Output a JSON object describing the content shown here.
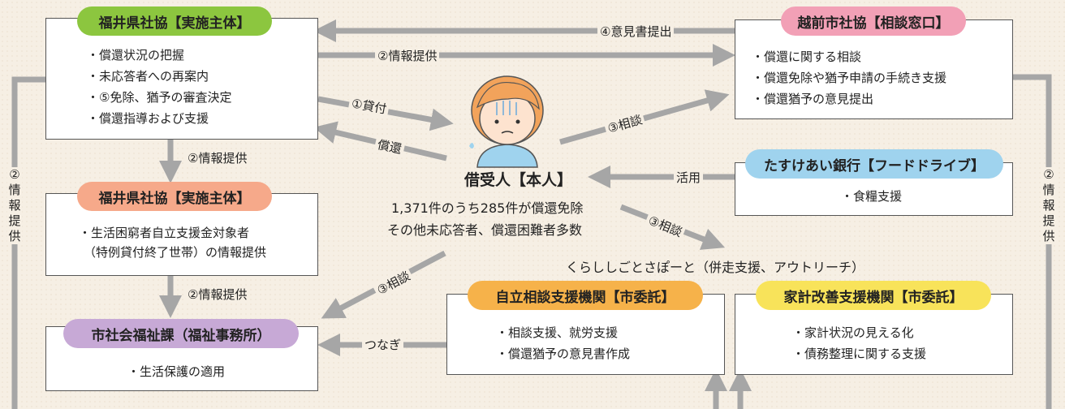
{
  "fukui_top": {
    "title": "福井県社協【実施主体】",
    "items": [
      "償還状況の把握",
      "未応答者への再案内",
      "⑤免除、猶予の審査決定",
      "償還指導および支援"
    ]
  },
  "echizen": {
    "title": "越前市社協【相談窓口】",
    "items": [
      "償還に関する相談",
      "償還免除や猶予申請の手続き支援",
      "償還猶予の意見提出"
    ]
  },
  "tasukeai": {
    "title": "たすけあい銀行【フードドライブ】",
    "items": [
      "食糧支援"
    ]
  },
  "fukui_mid": {
    "title": "福井県社協【実施主体】",
    "line1": "・生活困窮者自立支援金対象者",
    "line2": "（特例貸付終了世帯）の情報提供"
  },
  "city_welfare": {
    "title": "市社会福祉課（福祉事務所）",
    "items": [
      "生活保護の適用"
    ]
  },
  "jiritsu": {
    "title": "自立相談支援機関【市委託】",
    "items": [
      "相談支援、就労支援",
      "償還猶予の意見書作成"
    ]
  },
  "kakei": {
    "title": "家計改善支援機関【市委託】",
    "items": [
      "家計状況の見える化",
      "債務整理に関する支援"
    ]
  },
  "person": {
    "title": "借受人【本人】",
    "line1": "1,371件のうち285件が償還免除",
    "line2": "その他未応答者、償還困難者多数"
  },
  "kurashi_label": "くらししごとさぽーと（併走支援、アウトリーチ）",
  "labels": {
    "opinion": "④意見書提出",
    "info_right": "②情報提供",
    "loan": "①貸付",
    "repay": "償還",
    "consult1": "③相談",
    "consult2": "③相談",
    "consult3": "③相談",
    "use": "活用",
    "info_down1": "②情報提供",
    "info_down2": "②情報提供",
    "connect": "つなぎ",
    "info_left": "②\n情\n報\n提\n供",
    "info_right_v": "②\n情\n報\n提\n供"
  },
  "colors": {
    "green": "#8cc63f",
    "pink": "#f2a0b6",
    "salmon": "#f6a98a",
    "lavender": "#c7a9d6",
    "orange": "#f6b24a",
    "yellow": "#f8e35a",
    "blue": "#9fd3ee",
    "arrow": "#a6a6a6"
  }
}
